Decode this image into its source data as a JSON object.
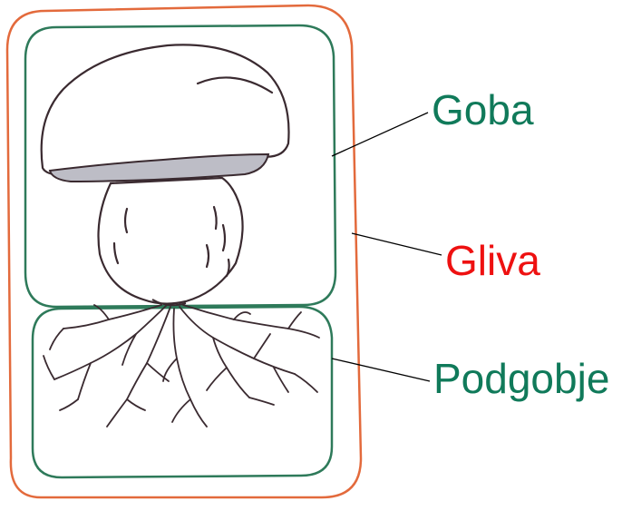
{
  "labels": {
    "goba": "Goba",
    "gliva": "Gliva",
    "podgobje": "Podgobje"
  },
  "colors": {
    "goba": "#107a5a",
    "gliva": "#ee1111",
    "podgobje": "#107a5a",
    "outer_border": "#e36a3c",
    "inner_border": "#2e7a5a",
    "drawing": "#3a2a30"
  }
}
